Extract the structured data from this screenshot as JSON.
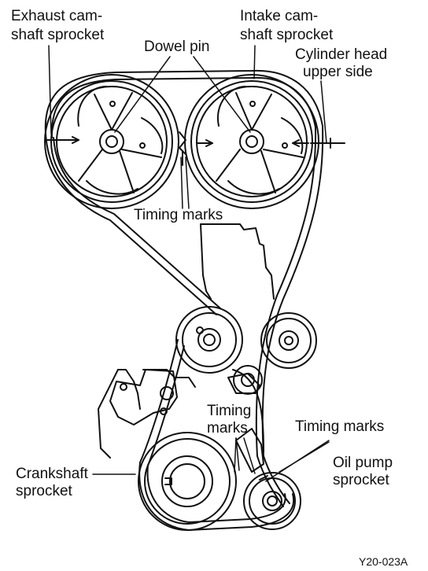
{
  "labels": {
    "exhaust_line1": "Exhaust cam-",
    "exhaust_line2": "shaft sprocket",
    "intake_line1": "Intake cam-",
    "intake_line2": "shaft sprocket",
    "dowel_pin": "Dowel pin",
    "cyl_head_line1": "Cylinder head",
    "cyl_head_line2": "upper side",
    "timing_marks_top": "Timing marks",
    "timing_marks_mid_line1": "Timing",
    "timing_marks_mid_line2": "marks",
    "timing_marks_right": "Timing marks",
    "crank_line1": "Crankshaft",
    "crank_line2": "sprocket",
    "oil_line1": "Oil pump",
    "oil_line2": "sprocket",
    "figure_code": "Y20-023A"
  },
  "colors": {
    "ink": "#111111",
    "paper": "#ffffff"
  }
}
